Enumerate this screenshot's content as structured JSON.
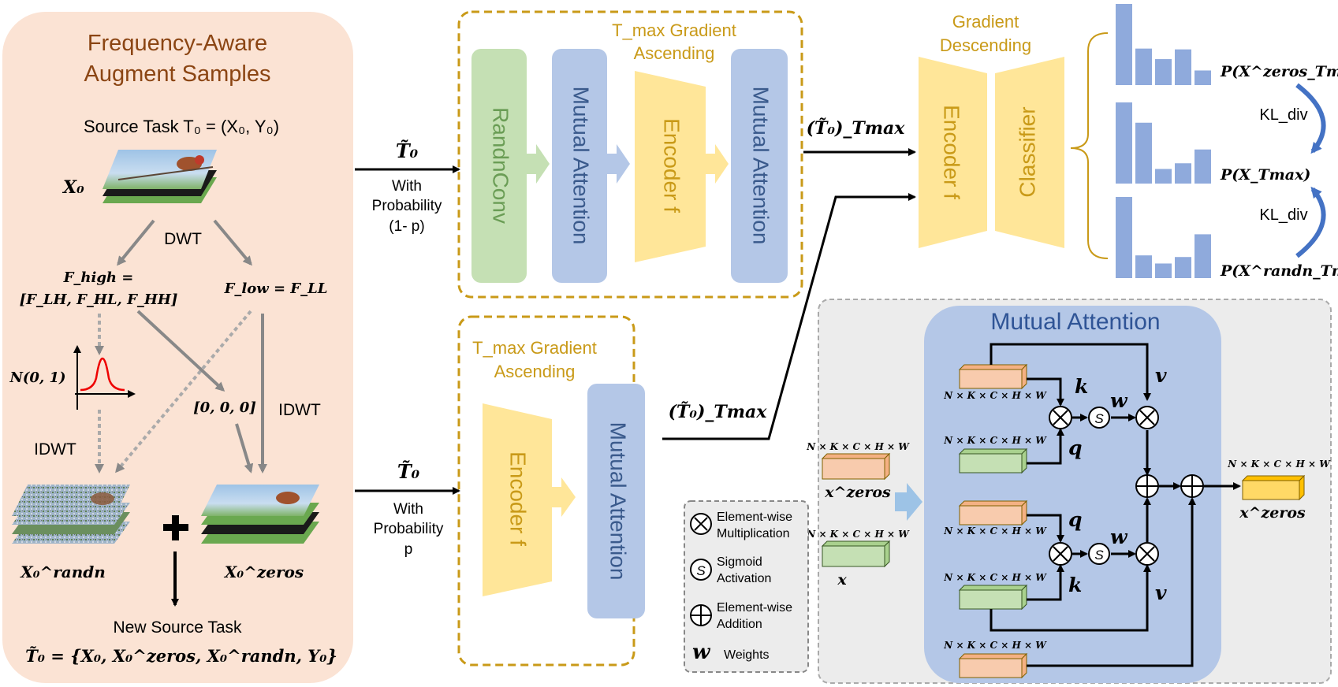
{
  "left_panel": {
    "title_line1": "Frequency-Aware",
    "title_line2": "Augment Samples",
    "source_task": "Source Task T₀ = (X₀, Y₀)",
    "x0_label": "X₀",
    "dwt_label": "DWT",
    "f_high_line1": "F_high =",
    "f_high_line2": "[F_LH, F_HL, F_HH]",
    "f_low": "F_low = F_LL",
    "normal_label": "N(0, 1)",
    "zeros_vec": "[0, 0, 0]",
    "idwt_left": "IDWT",
    "idwt_right": "IDWT",
    "x0_randn": "X₀^randn",
    "x0_zeros": "X₀^zeros",
    "new_task_line1": "New Source Task",
    "new_task_line2": "T̃₀ = {X₀, X₀^zeros, X₀^randn, Y₀}"
  },
  "upper_branch": {
    "input_symbol": "T̃₀",
    "prob_line1": "With",
    "prob_line2": "Probability",
    "prob_line3": "(1- p)",
    "header_line1": "T_max Gradient",
    "header_line2": "Ascending",
    "blocks": [
      "RandnConv",
      "Mutual Attention",
      "Encoder f",
      "Mutual Attention"
    ]
  },
  "lower_branch": {
    "input_symbol": "T̃₀",
    "prob_line1": "With",
    "prob_line2": "Probability",
    "prob_line3": "p",
    "header_line1": "T_max Gradient",
    "header_line2": "Ascending",
    "blocks": [
      "Encoder f",
      "Mutual Attention"
    ]
  },
  "descending": {
    "header_line1": "Gradient",
    "header_line2": "Descending",
    "input_upper": "(T̃₀)_Tmax",
    "input_lower": "(T̃₀)_Tmax",
    "encoder": "Encoder f",
    "classifier": "Classifier"
  },
  "distributions": {
    "p_zeros": "P(X^zeros_Tmax)",
    "p_plain": "P(X_Tmax)",
    "p_randn": "P(X^randn_Tmax)",
    "kl_upper": "KL_div",
    "kl_lower": "KL_div",
    "bars_zeros": [
      1.0,
      0.45,
      0.32,
      0.44,
      0.18
    ],
    "bars_plain": [
      1.0,
      0.75,
      0.18,
      0.25,
      0.42
    ],
    "bars_randn": [
      1.0,
      0.28,
      0.18,
      0.26,
      0.54
    ]
  },
  "mutual_attention": {
    "title": "Mutual Attention",
    "dim": "N × K × C × H × W",
    "x_zeros": "x^zeros",
    "x": "x",
    "out": "x^zeros",
    "k": "k",
    "q": "q",
    "v": "v",
    "w": "w"
  },
  "legend": {
    "mult_line1": "Element-wise",
    "mult_line2": "Multiplication",
    "sig_line1": "Sigmoid",
    "sig_line2": "Activation",
    "add_line1": "Element-wise",
    "add_line2": "Addition",
    "w_symbol": "w",
    "w_label": "Weights"
  },
  "colors": {
    "panel_bg": "#fbe3d4",
    "gold": "#c99a18",
    "green": "#c5e0b4",
    "blue": "#b4c7e7",
    "yellow": "#ffe699",
    "bar": "#8faadc",
    "title_brown": "#8b4513"
  }
}
